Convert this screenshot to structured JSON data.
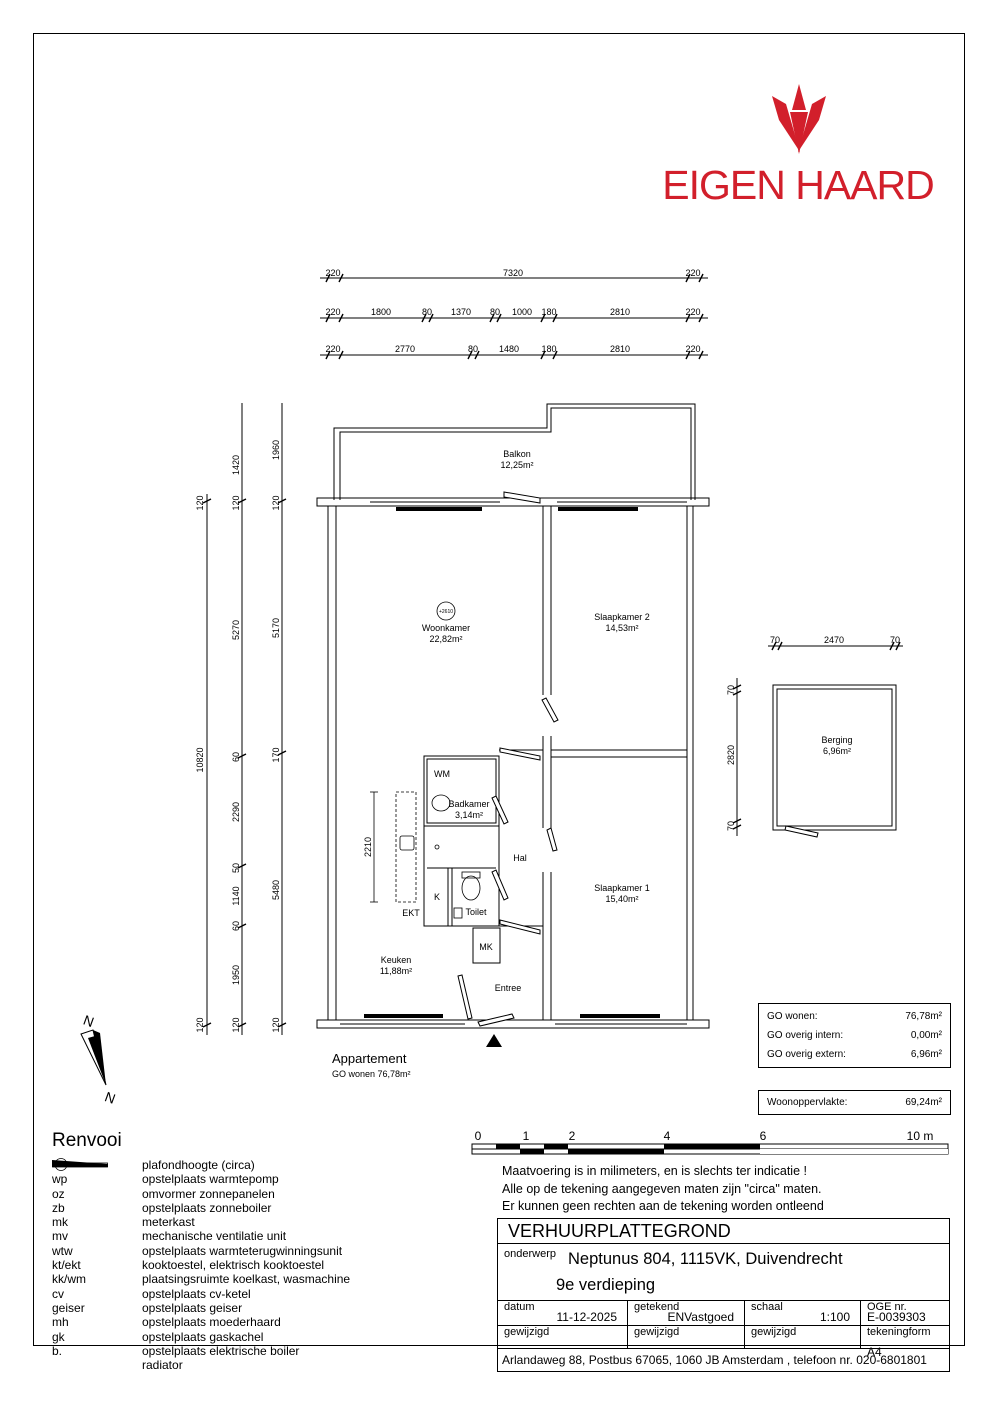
{
  "logo": {
    "brand": "EIGEN HAARD",
    "color": "#d21f2b"
  },
  "dims": {
    "row1": [
      "220",
      "7320",
      "220"
    ],
    "row2": [
      "220",
      "1800",
      "80",
      "1370",
      "80",
      "1000",
      "180",
      "2810",
      "220"
    ],
    "row3": [
      "220",
      "2770",
      "80",
      "1480",
      "180",
      "2810",
      "220"
    ],
    "colA": [
      "120",
      "10820",
      "120"
    ],
    "colB": [
      "1420",
      "120",
      "5270",
      "60",
      "2290",
      "50",
      "1140",
      "60",
      "1950",
      "120"
    ],
    "colC": [
      "1960",
      "120",
      "5170",
      "170",
      "5480",
      "120"
    ],
    "bath": "2210",
    "storage_w": [
      "70",
      "2470",
      "70"
    ],
    "storage_h": [
      "70",
      "2820",
      "70"
    ]
  },
  "rooms": {
    "balkon": {
      "name": "Balkon",
      "area": "12,25m²"
    },
    "woonkamer": {
      "name": "Woonkamer",
      "area": "22,82m²"
    },
    "ceiling_badge": "+2610",
    "slaapkamer2": {
      "name": "Slaapkamer 2",
      "area": "14,53m²"
    },
    "badkamer": {
      "name": "Badkamer",
      "area": "3,14m²"
    },
    "slaapkamer1": {
      "name": "Slaapkamer 1",
      "area": "15,40m²"
    },
    "keuken": {
      "name": "Keuken",
      "area": "11,88m²"
    },
    "hal": "Hal",
    "entree": "Entree",
    "toilet": "Toilet",
    "wm": "WM",
    "k": "K",
    "ekt": "EKT",
    "mk": "MK",
    "berging": {
      "name": "Berging",
      "area": "6,96m²"
    }
  },
  "caption": {
    "title": "Appartement",
    "sub": "GO wonen 76,78m²"
  },
  "compass": {
    "top": "N",
    "bottom": "N"
  },
  "areas": [
    {
      "label": "GO wonen:",
      "value": "76,78m²"
    },
    {
      "label": "GO overig intern:",
      "value": "0,00m²"
    },
    {
      "label": "GO overig extern:",
      "value": "6,96m²"
    }
  ],
  "woonoppervlakte": {
    "label": "Woonoppervlakte:",
    "value": "69,24m²"
  },
  "scale_bar": {
    "labels": [
      "0",
      "1",
      "2",
      "4",
      "6",
      "10  m"
    ]
  },
  "notes": [
    "Maatvoering is in milimeters, en is slechts ter indicatie !",
    "Alle op de tekening aangegeven maten zijn \"circa\" maten.",
    "Er kunnen geen rechten aan de tekening worden ontleend"
  ],
  "legend": {
    "title": "Renvooi",
    "badge": "±2540",
    "items": [
      {
        "code": "",
        "desc": "plafondhoogte (circa)"
      },
      {
        "code": "wp",
        "desc": "opstelplaats warmtepomp"
      },
      {
        "code": "oz",
        "desc": "omvormer zonnepanelen"
      },
      {
        "code": "zb",
        "desc": "opstelplaats zonneboiler"
      },
      {
        "code": "mk",
        "desc": "meterkast"
      },
      {
        "code": "mv",
        "desc": "mechanische ventilatie unit"
      },
      {
        "code": "wtw",
        "desc": "opstelplaats warmteterugwinningsunit"
      },
      {
        "code": "kt/ekt",
        "desc": "kooktoestel, elektrisch kooktoestel"
      },
      {
        "code": "kk/wm",
        "desc": "plaatsingsruimte koelkast, wasmachine"
      },
      {
        "code": "cv",
        "desc": "opstelplaats cv-ketel"
      },
      {
        "code": "geiser",
        "desc": "opstelplaats geiser"
      },
      {
        "code": "mh",
        "desc": "opstelplaats moederhaard"
      },
      {
        "code": "gk",
        "desc": "opstelplaats gaskachel"
      },
      {
        "code": "b.",
        "desc": "opstelplaats elektrische boiler"
      },
      {
        "code": "",
        "desc": "radiator"
      }
    ]
  },
  "titleblock": {
    "title": "VERHUURPLATTEGROND",
    "onderwerp_label": "onderwerp",
    "onderwerp": "Neptunus 804, 1115VK, Duivendrecht",
    "floor": "9e verdieping",
    "datum_label": "datum",
    "datum": "11-12-2025",
    "getekend_label": "getekend",
    "getekend": "ENVastgoed",
    "schaal_label": "schaal",
    "schaal": "1:100",
    "oge_label": "OGE nr.",
    "oge": "E-0039303",
    "gewijzigd_label": "gewijzigd",
    "tekeningform_label": "tekeningform",
    "tekeningform": "A4",
    "address": "Arlandaweg 88, Postbus 67065, 1060 JB Amsterdam , telefoon nr. 020-6801801"
  }
}
